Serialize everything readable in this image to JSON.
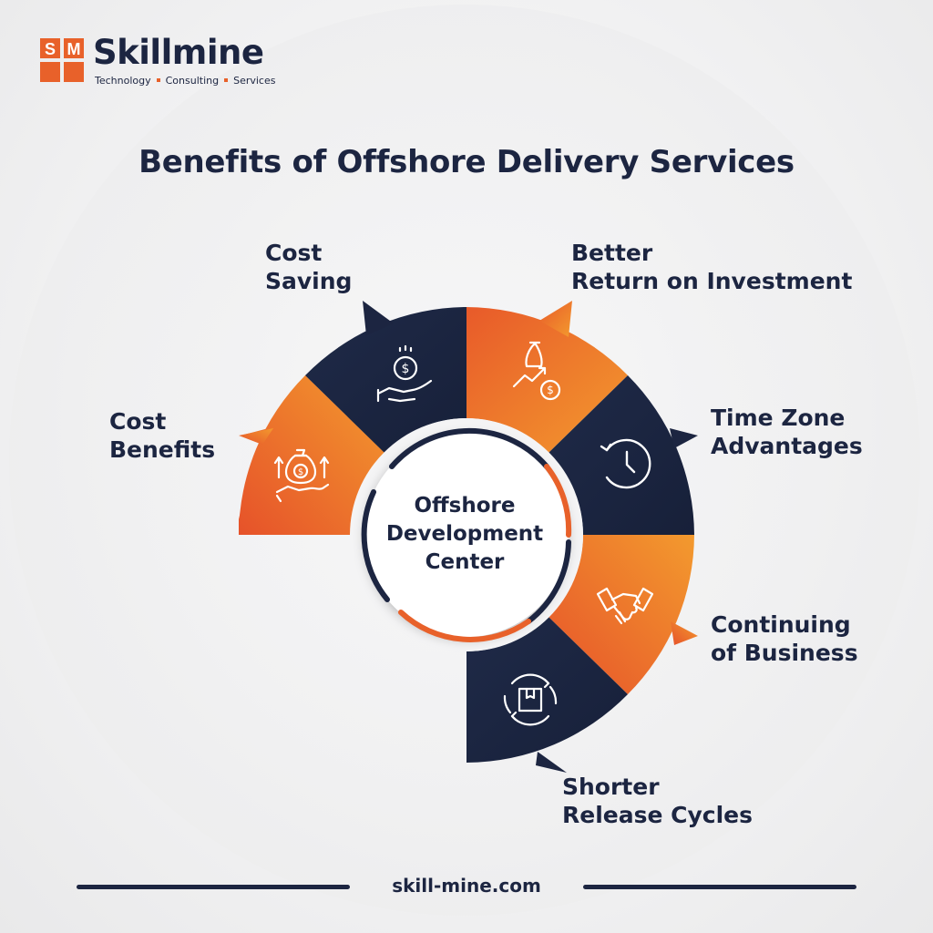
{
  "brand": {
    "name": "Skillmine",
    "tagline": [
      "Technology",
      "Consulting",
      "Services"
    ],
    "logo_letters": [
      "S",
      "M"
    ]
  },
  "title": "Benefits of Offshore Delivery Services",
  "center": {
    "lines": [
      "Offshore",
      "Development",
      "Center"
    ]
  },
  "segments": [
    {
      "lines": [
        "Cost",
        "Benefits"
      ],
      "icon": "money-bag-hand-icon",
      "color": "orange"
    },
    {
      "lines": [
        "Cost",
        "Saving"
      ],
      "icon": "coin-hand-icon",
      "color": "navy"
    },
    {
      "lines": [
        "Better",
        "Return on Investment"
      ],
      "icon": "money-bag-growth-icon",
      "color": "orange"
    },
    {
      "lines": [
        "Time Zone",
        "Advantages"
      ],
      "icon": "clock-icon",
      "color": "navy"
    },
    {
      "lines": [
        "Continuing",
        "of Business"
      ],
      "icon": "handshake-icon",
      "color": "orange"
    },
    {
      "lines": [
        "Shorter",
        "Release Cycles"
      ],
      "icon": "box-cycle-icon",
      "color": "navy"
    }
  ],
  "colors": {
    "navy": "#1c2541",
    "orange": "#e8612a",
    "orange_light": "#f08a2c"
  },
  "footer": {
    "url": "skill-mine.com"
  }
}
